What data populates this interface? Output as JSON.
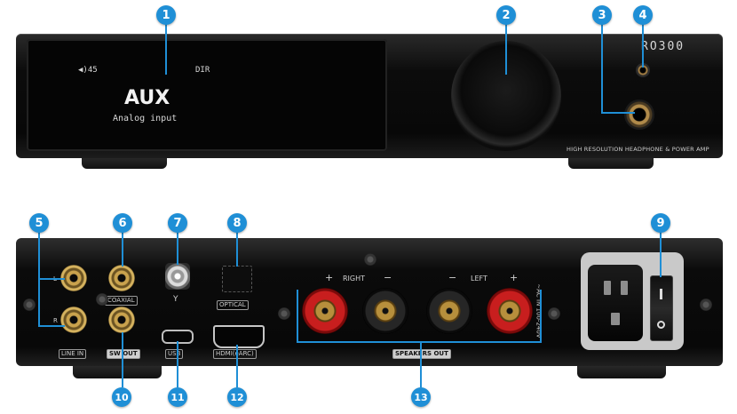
{
  "front": {
    "screen": {
      "volume": "◀)45",
      "mode": "DIR",
      "source": "AUX",
      "source_desc": "Analog input"
    },
    "brand": "RO300",
    "subtitle": "HIGH RESOLUTION HEADPHONE & POWER AMP"
  },
  "back": {
    "line_in_left": "L",
    "line_in_right": "R",
    "line_in": "LINE IN",
    "coaxial": "COAXIAL",
    "sw_out": "SW OUT",
    "usb": "USB",
    "optical": "OPTICAL",
    "hdmi": "HDMI(eARC)",
    "right_plus": "+",
    "right_label": "RIGHT",
    "right_minus": "−",
    "left_minus": "−",
    "left_label": "LEFT",
    "left_plus": "+",
    "speakers_out": "SPEAKERS OUT",
    "ac_in": "~AC IN 100-240V",
    "antenna_mark": "Y"
  },
  "callouts": [
    "1",
    "2",
    "3",
    "4",
    "5",
    "6",
    "7",
    "8",
    "9",
    "10",
    "11",
    "12",
    "13"
  ],
  "colors": {
    "accent": "#1f8fd6",
    "speaker_red": "#c81e1e"
  }
}
